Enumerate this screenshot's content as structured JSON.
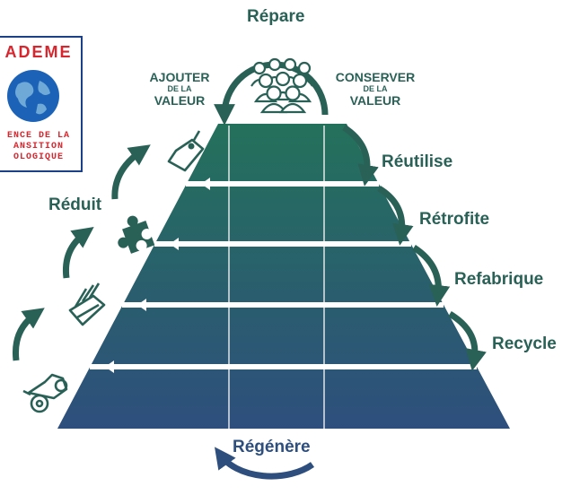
{
  "logo": {
    "name": "ADEME",
    "tagline_lines": [
      "ENCE DE LA",
      "ANSITION",
      "OLOGIQUE"
    ]
  },
  "top_label": "Répare",
  "left_caption": {
    "line1": "AJOUTER",
    "line2": "DE LA",
    "line3": "VALEUR"
  },
  "right_caption": {
    "line1": "CONSERVER",
    "line2": "DE LA",
    "line3": "VALEUR"
  },
  "right_steps": [
    "Réutilise",
    "Rétrofite",
    "Refabrique",
    "Recycle"
  ],
  "left_step": "Réduit",
  "bottom_label": "Régénère",
  "colors": {
    "pyramid_top": "#24715b",
    "pyramid_bottom": "#2e4f7d",
    "arrow": "#2a6157",
    "bottom_arrow": "#2e4f7d",
    "logo_red": "#d7262e",
    "logo_blue": "#1c3f8a"
  },
  "icons": [
    "people-group-icon",
    "price-tag-icon",
    "puzzle-piece-icon",
    "factory-icon",
    "tractor-icon",
    "globe-icon"
  ]
}
